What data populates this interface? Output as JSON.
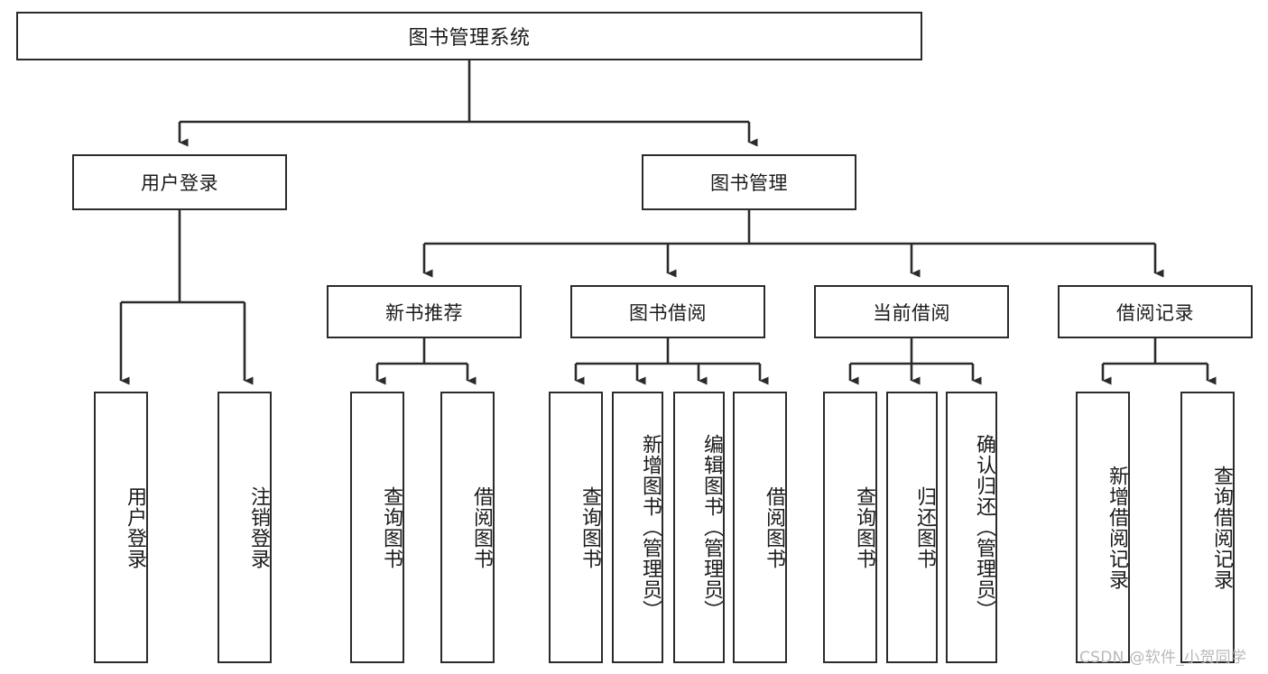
{
  "diagram": {
    "title": "图书管理系统",
    "type": "hierarchy-tree",
    "orientation": "top-down",
    "colors": {
      "box_border": "#2b2b2b",
      "box_fill": "#ffffff",
      "connector": "#2b2b2b",
      "background": "#ffffff",
      "watermark": "#b9b9b9"
    }
  },
  "nodes": {
    "root": {
      "label": "图书管理系统",
      "level": 1
    },
    "l2": [
      {
        "id": "user-login",
        "label": "用户登录",
        "level": 2
      },
      {
        "id": "book-manage",
        "label": "图书管理",
        "level": 2
      }
    ],
    "l3": [
      {
        "id": "new-book-rec",
        "label": "新书推荐",
        "level": 3
      },
      {
        "id": "book-borrow",
        "label": "图书借阅",
        "level": 3
      },
      {
        "id": "current-borrow",
        "label": "当前借阅",
        "level": 3
      },
      {
        "id": "borrow-record",
        "label": "借阅记录",
        "level": 3
      }
    ],
    "leaves": [
      {
        "id": "leaf-user-login",
        "label": "用户登录",
        "parent": "user-login"
      },
      {
        "id": "leaf-logout-login",
        "label": "注销登录",
        "parent": "user-login"
      },
      {
        "id": "leaf-query-book-1",
        "label": "查询图书",
        "parent": "new-book-rec"
      },
      {
        "id": "leaf-borrow-book-1",
        "label": "借阅图书",
        "parent": "new-book-rec"
      },
      {
        "id": "leaf-query-book-2",
        "label": "查询图书",
        "parent": "book-borrow"
      },
      {
        "id": "leaf-add-book",
        "label": "新增图书（管理员）",
        "parent": "book-borrow"
      },
      {
        "id": "leaf-edit-book",
        "label": "编辑图书（管理员）",
        "parent": "book-borrow"
      },
      {
        "id": "leaf-borrow-book-2",
        "label": "借阅图书",
        "parent": "book-borrow"
      },
      {
        "id": "leaf-query-book-3",
        "label": "查询图书",
        "parent": "current-borrow"
      },
      {
        "id": "leaf-return-book",
        "label": "归还图书",
        "parent": "current-borrow"
      },
      {
        "id": "leaf-confirm-return",
        "label": "确认归还（管理员）",
        "parent": "current-borrow"
      },
      {
        "id": "leaf-add-record",
        "label": "新增借阅记录",
        "parent": "borrow-record"
      },
      {
        "id": "leaf-query-record",
        "label": "查询借阅记录",
        "parent": "borrow-record"
      }
    ]
  },
  "watermark": {
    "text": "CSDN @软件_小贺同学"
  }
}
